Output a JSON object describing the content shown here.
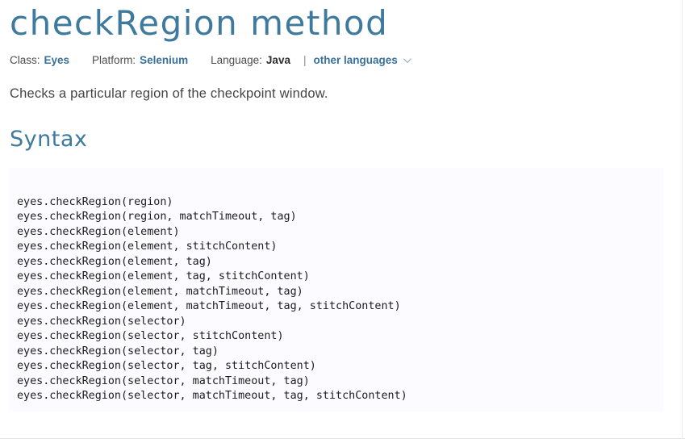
{
  "page": {
    "title": "checkRegion method",
    "meta": {
      "class_label": "Class:",
      "class_value": "Eyes",
      "platform_label": "Platform:",
      "platform_value": "Selenium",
      "language_label": "Language:",
      "language_value": "Java",
      "separator": "|",
      "other_languages_label": "other languages",
      "chevron_icon": "chevron-down"
    },
    "description": "Checks a particular region of the checkpoint window.",
    "syntax": {
      "heading": "Syntax",
      "code_lines": [
        "eyes.checkRegion(region)",
        "eyes.checkRegion(region, matchTimeout, tag)",
        "eyes.checkRegion(element)",
        "eyes.checkRegion(element, stitchContent)",
        "eyes.checkRegion(element, tag)",
        "eyes.checkRegion(element, tag, stitchContent)",
        "eyes.checkRegion(element, matchTimeout, tag)",
        "eyes.checkRegion(element, matchTimeout, tag, stitchContent)",
        "eyes.checkRegion(selector)",
        "eyes.checkRegion(selector, stitchContent)",
        "eyes.checkRegion(selector, tag)",
        "eyes.checkRegion(selector, tag, stitchContent)",
        "eyes.checkRegion(selector, matchTimeout, tag)",
        "eyes.checkRegion(selector, matchTimeout, tag, stitchContent)"
      ]
    },
    "colors": {
      "heading_blue": "#3d7a9e",
      "link_blue": "#38719b",
      "label_gray": "#4d4d4d",
      "body_text": "#444444",
      "code_text": "#1c1c1c",
      "code_background": "#fcfbff"
    }
  }
}
